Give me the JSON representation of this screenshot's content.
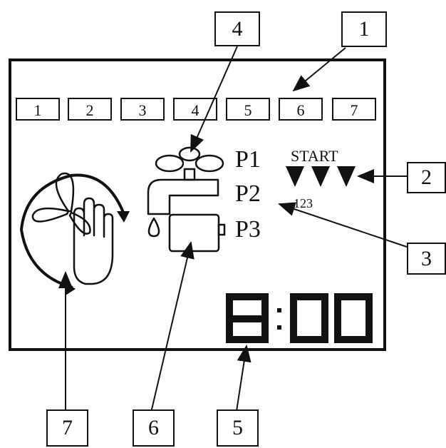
{
  "callouts": {
    "c1": "1",
    "c2": "2",
    "c3": "3",
    "c4": "4",
    "c5": "5",
    "c6": "6",
    "c7": "7"
  },
  "days": [
    "1",
    "2",
    "3",
    "4",
    "5",
    "6",
    "7"
  ],
  "programs": {
    "p1": "P1",
    "p2": "P2",
    "p3": "P3"
  },
  "start": {
    "label": "START",
    "numbers": "123"
  },
  "time": "8:00",
  "icons": {
    "tap": "water-tap-icon",
    "bucket": "container-icon",
    "fan": "fan-icon",
    "hand": "hand-icon",
    "start_markers": "triangle-down-icon"
  }
}
